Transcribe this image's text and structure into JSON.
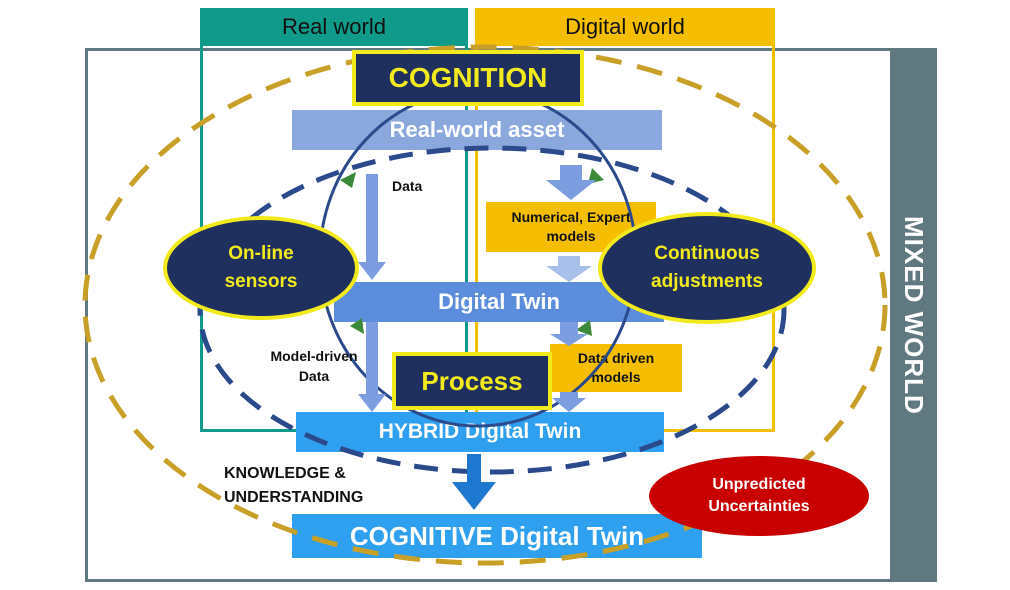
{
  "real_world": "Real world",
  "digital_world": "Digital world",
  "mixed_world": "MIXED WORLD",
  "cognition": "COGNITION",
  "real_world_asset": "Real-world asset",
  "data": "Data",
  "numerical_expert_models": "Numerical, Expert models",
  "online_sensors": "On-line sensors",
  "continuous_adjustments": "Continuous adjustments",
  "digital_twin": "Digital Twin",
  "model_driven_data": "Model-driven Data",
  "process": "Process",
  "data_driven_models": "Data driven models",
  "hybrid_digital_twin": "HYBRID Digital Twin",
  "knowledge_understanding": "KNOWLEDGE & UNDERSTANDING",
  "unpredicted_uncertainties": "Unpredicted Uncertainties",
  "cognitive_digital_twin": "COGNITIVE Digital Twin",
  "colors": {
    "teal": "#0f9a8a",
    "gold": "#f6be00",
    "navy": "#1f2f5e",
    "yellow_border": "#f2ea1c",
    "light_blue": "#8aa8dc",
    "mid_blue": "#5b8ddc",
    "bright_blue": "#2f9ff0",
    "red": "#c80000",
    "slate": "#607880",
    "dash_gold": "#c8a028",
    "dash_blue": "#2a4a8c"
  }
}
